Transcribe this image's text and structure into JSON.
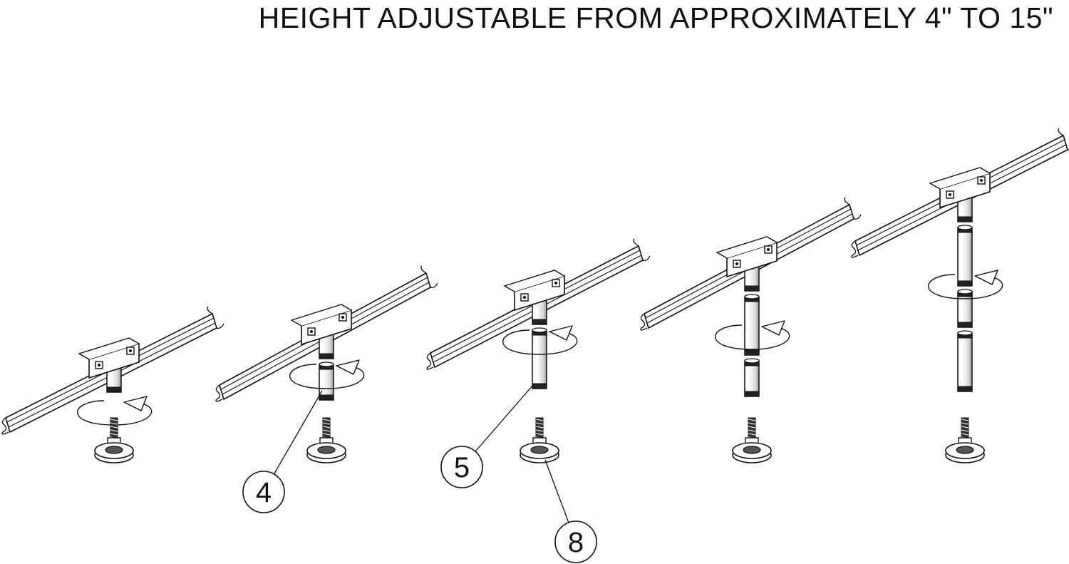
{
  "title": "HEIGHT ADJUSTABLE FROM APPROXIMATELY 4\" TO 15\"",
  "callouts": [
    {
      "id": "leg-extension-short",
      "label": "4"
    },
    {
      "id": "leg-extension-long",
      "label": "5"
    },
    {
      "id": "glide-foot",
      "label": "8"
    }
  ],
  "colors": {
    "line": "#111111",
    "background": "#ffffff"
  },
  "stages": [
    {
      "extensions": []
    },
    {
      "extensions": [
        "4"
      ]
    },
    {
      "extensions": [
        "5"
      ]
    },
    {
      "extensions": [
        "5",
        "4"
      ]
    },
    {
      "extensions": [
        "5",
        "4",
        "5"
      ]
    }
  ]
}
